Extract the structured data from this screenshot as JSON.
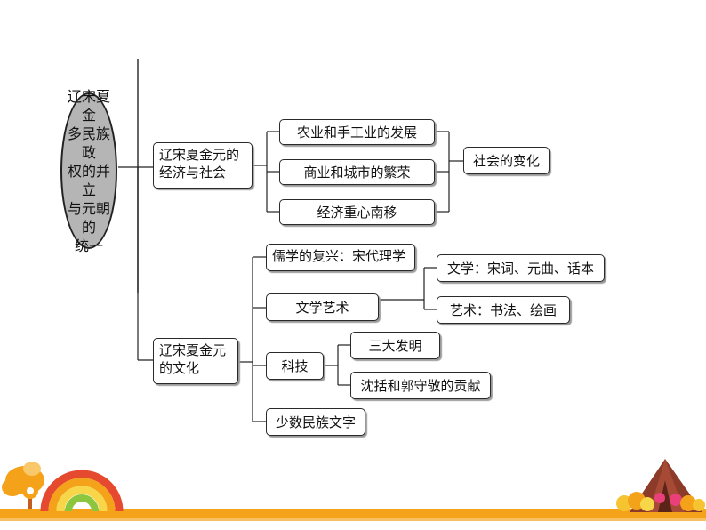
{
  "main_topic": "辽宋夏金\n多民族政\n权的并立\n与元朝的\n统一",
  "branch_economy": "辽宋夏金元的\n经济与社会",
  "economy_items": [
    "农业和手工业的发展",
    "商业和城市的繁荣",
    "经济重心南移"
  ],
  "economy_result": "社会的变化",
  "branch_culture": "辽宋夏金元\n的文化",
  "culture_items": {
    "confucian": "儒学的复兴：宋代理学",
    "literature_art": "文学艺术",
    "science": "科技",
    "scripts": "少数民族文字"
  },
  "literature_sub": [
    "文学：宋词、元曲、话本",
    "艺术：书法、绘画"
  ],
  "science_sub": [
    "三大发明",
    "沈括和郭守敬的贡献"
  ]
}
